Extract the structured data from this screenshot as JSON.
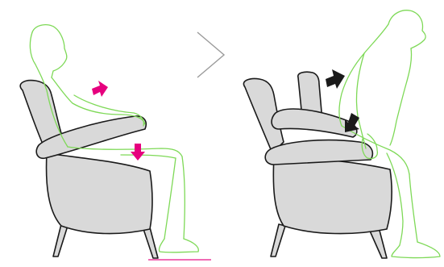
{
  "figure": {
    "panels": [
      {
        "id": "seated",
        "state": "seated in armchair"
      },
      {
        "id": "standing-up",
        "state": "rising from armchair"
      }
    ],
    "separator_icon": "chevron-right-icon",
    "arrows": [
      {
        "panel": "seated",
        "icon": "arrow-icon",
        "color": "#e6007e",
        "direction": "forward"
      },
      {
        "panel": "seated",
        "icon": "arrow-icon",
        "color": "#e6007e",
        "direction": "down"
      },
      {
        "panel": "standing-up",
        "icon": "arrow-icon",
        "color": "#1a1a1a",
        "direction": "forward"
      },
      {
        "panel": "standing-up",
        "icon": "arrow-icon",
        "color": "#1a1a1a",
        "direction": "down"
      }
    ],
    "colors": {
      "figure_outline": "#7ed957",
      "chair_fill": "#d9d9d9",
      "chair_stroke": "#1a1a1a",
      "highlight_arrow": "#e6007e",
      "action_arrow": "#1a1a1a",
      "floor_marker": "#f06bb4",
      "separator": "#9a9a9a"
    }
  }
}
